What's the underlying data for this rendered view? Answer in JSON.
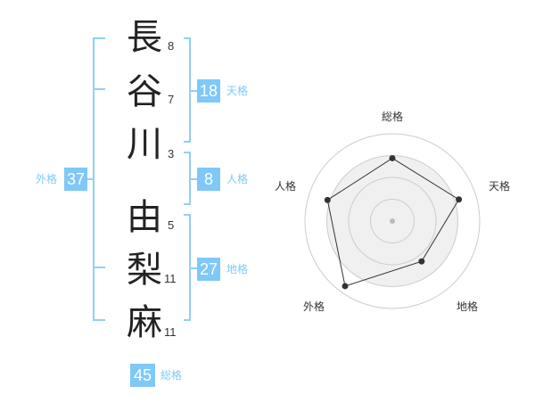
{
  "name": {
    "chars": [
      {
        "char": "長",
        "strokes": "8"
      },
      {
        "char": "谷",
        "strokes": "7"
      },
      {
        "char": "川",
        "strokes": "3"
      },
      {
        "char": "由",
        "strokes": "5"
      },
      {
        "char": "梨",
        "strokes": "11"
      },
      {
        "char": "麻",
        "strokes": "11"
      }
    ]
  },
  "fortune": {
    "tenkaku": {
      "value": "18",
      "label": "天格"
    },
    "jinkaku": {
      "value": "8",
      "label": "人格"
    },
    "chikaku": {
      "value": "27",
      "label": "地格"
    },
    "gaikaku": {
      "value": "37",
      "label": "外格"
    },
    "soukaku": {
      "value": "45",
      "label": "総格"
    }
  },
  "chart_data": {
    "type": "radar",
    "axes": [
      "総格",
      "天格",
      "地格",
      "外格",
      "人格"
    ],
    "values": [
      0.72,
      0.8,
      0.57,
      0.92,
      0.78
    ],
    "range": [
      0,
      1
    ],
    "rings": 4
  }
}
